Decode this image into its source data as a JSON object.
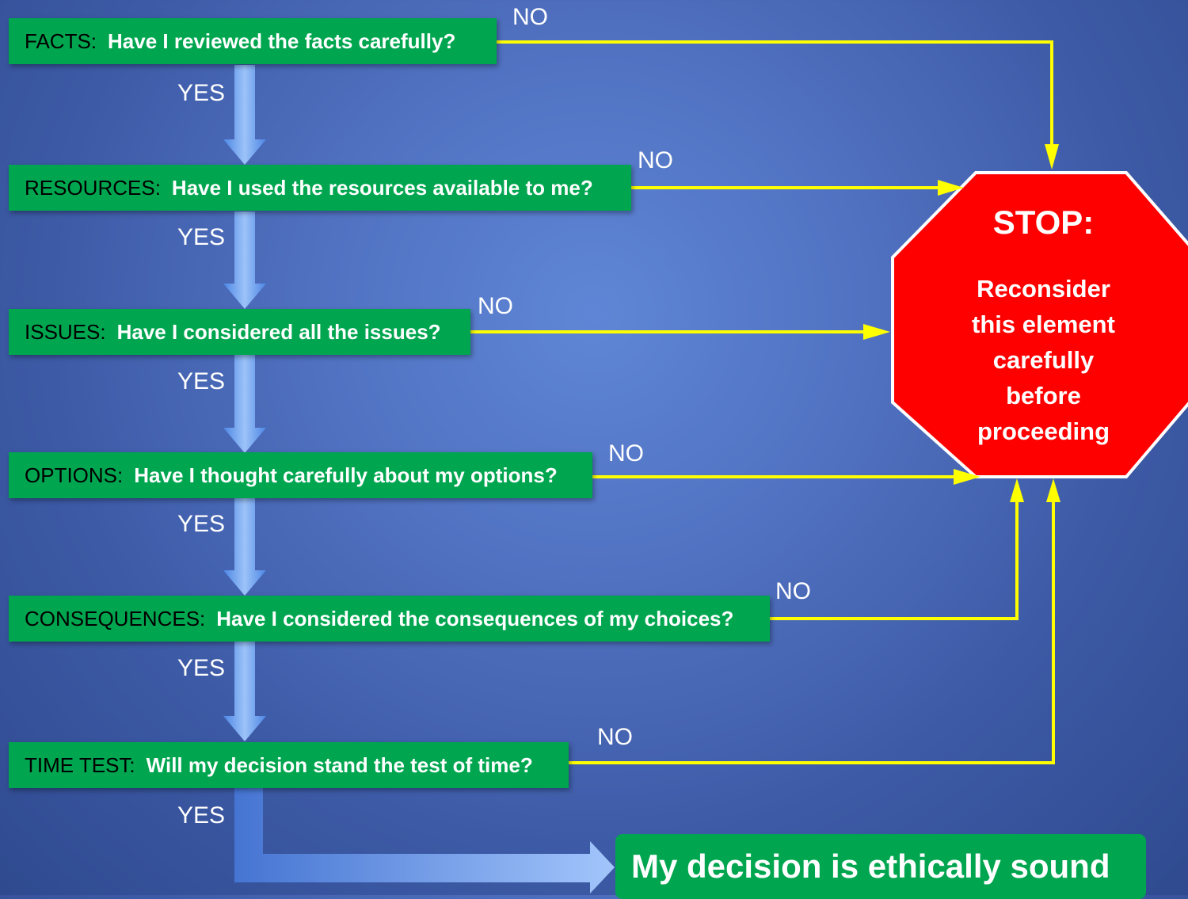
{
  "steps": [
    {
      "category": "FACTS:",
      "question": "Have I reviewed the facts carefully?",
      "yes": "YES",
      "no": "NO"
    },
    {
      "category": "RESOURCES:",
      "question": "Have I used the resources available to me?",
      "yes": "YES",
      "no": "NO"
    },
    {
      "category": "ISSUES:",
      "question": "Have I considered all the issues?",
      "yes": "YES",
      "no": "NO"
    },
    {
      "category": "OPTIONS:",
      "question": "Have I thought carefully about my options?",
      "yes": "YES",
      "no": "NO"
    },
    {
      "category": "CONSEQUENCES:",
      "question": "Have I considered the consequences of my choices?",
      "yes": "YES",
      "no": "NO"
    },
    {
      "category": "TIME TEST:",
      "question": "Will my decision stand the test of time?",
      "yes": "YES",
      "no": "NO"
    }
  ],
  "stop": {
    "title": "STOP:",
    "message": "Reconsider this element carefully before proceeding"
  },
  "result": "My decision is ethically sound",
  "colors": {
    "box": "#00a64f",
    "connector": "#ffff00",
    "stop": "#ff0000",
    "arrow": "#7aa8ee"
  }
}
